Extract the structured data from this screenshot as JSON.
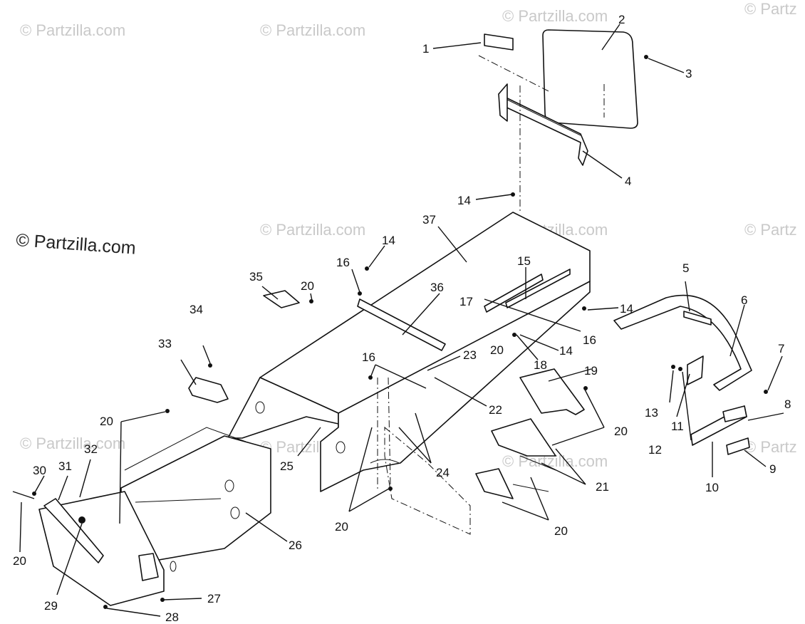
{
  "watermarks": {
    "top": [
      "© Partzilla.com",
      "© Partzilla.com",
      "© Partzilla.com",
      "© Partz"
    ],
    "main": "© Partzilla.com",
    "middle": [
      "© Partzilla.com",
      "© Partzilla.com",
      "© Partz"
    ],
    "lower": [
      "© Partzilla.com",
      "© Partzilla.com",
      "© Partzilla.com",
      "© Partz"
    ]
  },
  "callouts": [
    "1",
    "2",
    "3",
    "4",
    "5",
    "6",
    "7",
    "8",
    "9",
    "10",
    "11",
    "12",
    "13",
    "14",
    "14",
    "14",
    "14",
    "15",
    "16",
    "16",
    "16",
    "17",
    "18",
    "19",
    "20",
    "20",
    "20",
    "20",
    "20",
    "20",
    "20",
    "21",
    "22",
    "23",
    "24",
    "25",
    "26",
    "27",
    "28",
    "29",
    "30",
    "31",
    "32",
    "33",
    "34",
    "35",
    "36",
    "37"
  ]
}
